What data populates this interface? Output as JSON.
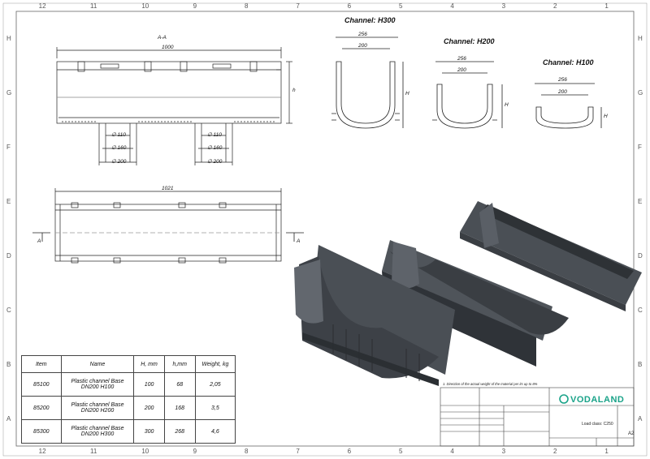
{
  "frame": {
    "top_cols": [
      "12",
      "11",
      "10",
      "9",
      "8",
      "7",
      "6",
      "5",
      "4",
      "3",
      "2",
      "1"
    ],
    "rows": [
      "H",
      "G",
      "F",
      "E",
      "D",
      "C",
      "B",
      "A"
    ]
  },
  "views": {
    "section_label": "A-A",
    "section_length": "1000",
    "side_length": "1021",
    "section_marker": "A",
    "height_symbol": "H",
    "height_symbol_small": "h",
    "outlets_small": [
      "∅ 110",
      "∅ 160",
      "∅ 200"
    ],
    "outlets_large": [
      "∅ 110",
      "∅ 160",
      "∅ 200"
    ]
  },
  "profiles": [
    {
      "title": "Channel: H300",
      "outer": "256",
      "inner": "200",
      "h": "H"
    },
    {
      "title": "Channel: H200",
      "outer": "256",
      "inner": "200",
      "h": "H"
    },
    {
      "title": "Channel: H100",
      "outer": "256",
      "inner": "200",
      "h": "H"
    }
  ],
  "table": {
    "headers": [
      "Item",
      "Name",
      "H, mm",
      "h,mm",
      "Weight, kg"
    ],
    "rows": [
      [
        "85100",
        "Plastic channel Base DN200 H100",
        "100",
        "68",
        "2,05"
      ],
      [
        "85200",
        "Plastic channel Base DN200 H200",
        "200",
        "168",
        "3,5"
      ],
      [
        "85300",
        "Plastic channel Base DN200 H300",
        "300",
        "268",
        "4,6"
      ]
    ]
  },
  "title_block": {
    "note": "1. Direction of the actual weight of the material per its up to 8%",
    "brand": "VODALAND",
    "load_class": "Load class: C250",
    "sheet_size": "A2"
  },
  "colors": {
    "line": "#222222",
    "channel_dark": "#3b3f44",
    "channel_mid": "#5a5f66",
    "channel_light": "#8a9098",
    "brand": "#1aa389"
  }
}
